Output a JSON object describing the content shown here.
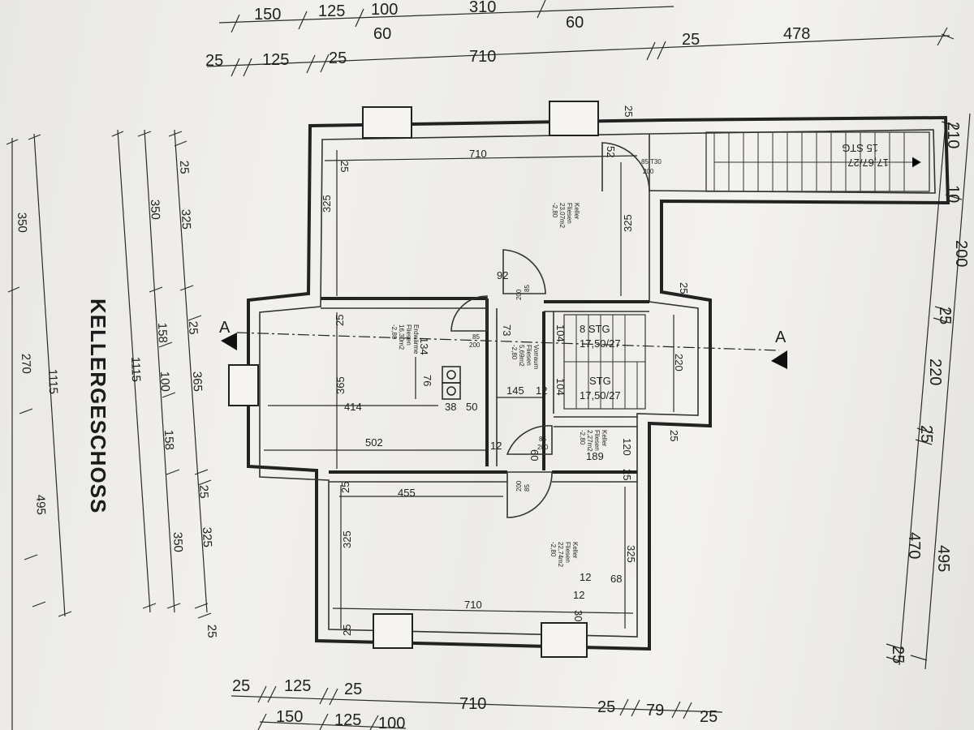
{
  "drawing": {
    "title": "KELLERGESCHOSS",
    "section_marker": "A",
    "top_dims_row1": [
      "150",
      "125",
      "100",
      "310",
      "60"
    ],
    "top_dims_row1b": [
      "60"
    ],
    "top_dims_row2": [
      "25",
      "125",
      "25",
      "710",
      "25",
      "478"
    ],
    "bottom_dims_row1": [
      "25",
      "125",
      "25",
      "710",
      "25",
      "79",
      "25"
    ],
    "bottom_dims_row2": [
      "150",
      "125",
      "100"
    ],
    "left_col_a": [
      "350",
      "270",
      "495"
    ],
    "left_col_a2": [
      "1115"
    ],
    "left_col_b": [
      "350",
      "158",
      "100",
      "158",
      "350"
    ],
    "left_col_b2": [
      "1115"
    ],
    "left_col_c": [
      "25",
      "325",
      "25",
      "365",
      "25",
      "325",
      "25"
    ],
    "right_col": [
      "200",
      "25",
      "220",
      "25",
      "470",
      "25"
    ],
    "right_col2": [
      "495"
    ],
    "inner_dims": {
      "top_710": "710",
      "bottom_710": "710",
      "d325_left_top": "325",
      "d325_right_top": "325",
      "d25_a": "25",
      "d365": "365",
      "d414": "414",
      "d502": "502",
      "d455": "455",
      "d325_left_bot": "325",
      "d325_right_bot": "325",
      "d25_b": "25",
      "d25_c": "25",
      "d25_d": "25",
      "d25_e": "25",
      "d25_f": "25",
      "d25_g": "25",
      "d25_h": "25",
      "d92": "92",
      "d73": "73",
      "d134": "134",
      "d76": "76",
      "d38": "38",
      "d50": "50",
      "d145": "145",
      "d12_a": "12",
      "d12_b": "12",
      "d104_a": "104",
      "d104_b": "104",
      "d120": "120",
      "d189": "189",
      "d220": "220",
      "d52": "52",
      "d12_c": "12",
      "d68": "68",
      "d12_d": "12",
      "d30": "30",
      "d60": "60",
      "d85_t30": "85 T30",
      "d200": "200"
    },
    "stairs": {
      "main": [
        "15 STG",
        "17,67/27"
      ],
      "upper": [
        "8 STG",
        "17,50/27"
      ],
      "lower": [
        "STG",
        "17,50/27"
      ]
    },
    "rooms": {
      "keller_top": [
        "Keller",
        "Fliesen",
        "23,07m2",
        "-2,80"
      ],
      "erdwarme": [
        "Erdwärme",
        "Fliesen",
        "16,30m2",
        "-2,80"
      ],
      "vorraum": [
        "Vorraum",
        "Fliesen",
        "5,69m2",
        "-2,80"
      ],
      "keller_small": [
        "Keller",
        "Fliesen",
        "2,27m2",
        "-2,80"
      ],
      "keller_bottom": [
        "Keller",
        "Fliesen",
        "22,74m2",
        "-2,80"
      ]
    },
    "door_labels": [
      "85",
      "200",
      "85",
      "200",
      "85",
      "200",
      "85",
      "200"
    ],
    "partial_labels": [
      "210",
      "10"
    ]
  }
}
